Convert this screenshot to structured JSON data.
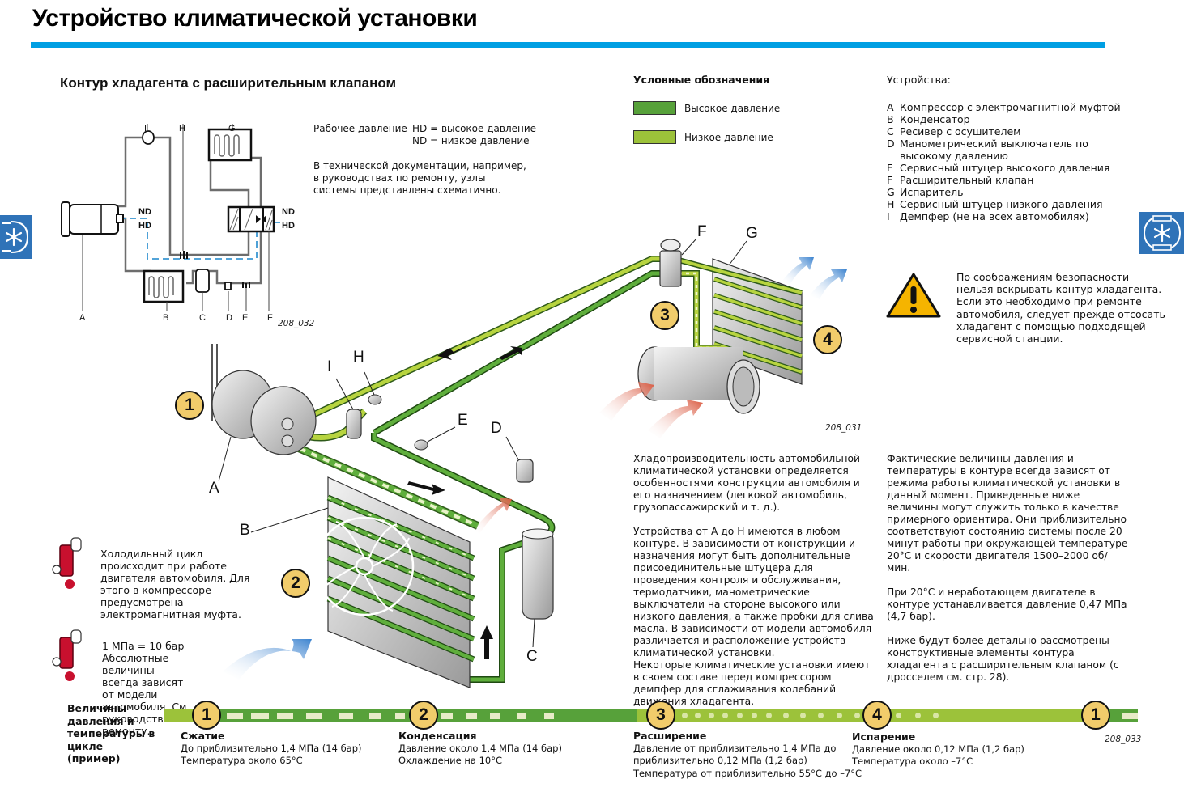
{
  "header": {
    "title": "Устройство климатической установки",
    "accent_color": "#009fe3"
  },
  "section": {
    "title": "Контур хладагента с расширительным клапаном"
  },
  "pressure_info": {
    "label": "Рабочее давление",
    "hd": "HD = высокое давление",
    "nd": "ND = низкое давление",
    "doc_note": "В технической документации, например, в руководствах по ремонту, узлы системы представлены схематично."
  },
  "legend": {
    "title": "Условные обозначения",
    "items": [
      {
        "label": "Высокое давление",
        "color": "#57a13a"
      },
      {
        "label": "Низкое давление",
        "color": "#9cc23a"
      }
    ]
  },
  "devices": {
    "title": "Устройства:",
    "items": [
      {
        "key": "A",
        "label": "Компрессор с электромагнитной муфтой"
      },
      {
        "key": "B",
        "label": "Конденсатор"
      },
      {
        "key": "C",
        "label": "Ресивер с осушителем"
      },
      {
        "key": "D",
        "label": "Манометрический выключатель по высокому давлению"
      },
      {
        "key": "E",
        "label": "Сервисный штуцер высокого давления"
      },
      {
        "key": "F",
        "label": "Расширительный клапан"
      },
      {
        "key": "G",
        "label": "Испаритель"
      },
      {
        "key": "H",
        "label": "Сервисный штуцер низкого давления"
      },
      {
        "key": "I",
        "label": "Демпфер (не на всех автомобилях)"
      }
    ]
  },
  "warning": {
    "icon": "warning-triangle-icon",
    "text": "По соображениям безопасности нельзя вскрывать контур хладагента. Если это необходимо при ремонте автомобиля, следует прежде отсосать хладагент с помощью подходящей сервисной станции."
  },
  "schematic": {
    "labels": {
      "A": "A",
      "B": "B",
      "C": "C",
      "D": "D",
      "E": "E",
      "F": "F",
      "G": "G",
      "H": "H",
      "I": "I"
    },
    "nd": "ND",
    "hd": "HD",
    "figure_code": "208_032"
  },
  "illustration": {
    "callouts": {
      "A": "A",
      "B": "B",
      "C": "C",
      "D": "D",
      "E": "E",
      "F": "F",
      "G": "G",
      "H": "H",
      "I": "I"
    },
    "badges": [
      "1",
      "2",
      "3",
      "4"
    ],
    "figure_code": "208_031"
  },
  "paragraphs": {
    "middle": [
      "Хладопроизводительность автомобильной климатической установки определяется особенностями конструкции автомобиля и его назначением (легковой автомобиль, грузопассажирский и т. д.).",
      "Устройства от A до H имеются в любом контуре. В зависимости от конструкции и назначения могут быть дополнительные присоединительные штуцера для проведения контроля и обслуживания, термодатчики, манометрические выключатели на стороне высокого или низкого давления, а также пробки для слива масла. В зависимости от модели автомобиля различается и расположение устройств климатической установки.",
      "Некоторые климатические установки имеют в своем составе перед компрессором демпфер для сглаживания колебаний движения хладагента."
    ],
    "right": [
      "Фактические величины давления и температуры в контуре всегда зависят от режима работы климатической установки в данный момент. Приведенные ниже величины могут служить только в качестве примерного ориентира. Они приблизительно соответствуют состоянию системы после 20 минут работы при окружающей температуре 20°C и скорости двигателя 1500–2000 об/мин.",
      "При 20°C и неработающем двигателе в контуре устанавливается давление 0,47 МПа (4,7 бар).",
      "Ниже будут более детально рассмотрены конструктивные элементы контура хладагента с расширительным клапаном (с дросселем см. стр. 28)."
    ]
  },
  "notes": [
    {
      "icon": "hint-exclamation-icon",
      "text": "Холодильный цикл происходит при работе двигателя автомобиля. Для этого в компрессоре предусмотрена электромагнитная муфта."
    },
    {
      "icon": "hint-exclamation-icon",
      "line1": "1 МПа = 10 бар",
      "text": "Абсолютные величины всегда зависят от модели автомобиля. См. руководство по ремонту."
    }
  ],
  "cycle": {
    "label": "Величины давления и температуры в цикле (пример)",
    "figure_code": "208_033",
    "stages": [
      {
        "num": "1",
        "name": "Сжатие",
        "lines": [
          "До приблизительно 1,4 МПа (14 бар)",
          "Температура около 65°C"
        ]
      },
      {
        "num": "2",
        "name": "Конденсация",
        "lines": [
          "Давление около 1,4 МПа (14 бар)",
          "Охлаждение на 10°C"
        ]
      },
      {
        "num": "3",
        "name": "Расширение",
        "lines": [
          "Давление от приблизительно 1,4 МПа до",
          "приблизительно 0,12 МПа (1,2 бар)",
          "Температура от приблизительно 55°C до –7°C"
        ]
      },
      {
        "num": "4",
        "name": "Испарение",
        "lines": [
          "Давление около 0,12 МПа (1,2 бар)",
          "Температура около –7°C"
        ]
      },
      {
        "num": "1"
      }
    ]
  },
  "side_tabs": {
    "left_icon": "snowflake-circuit-icon",
    "right_icon": "snowflake-circuit-icon",
    "color": "#2f73b8"
  }
}
